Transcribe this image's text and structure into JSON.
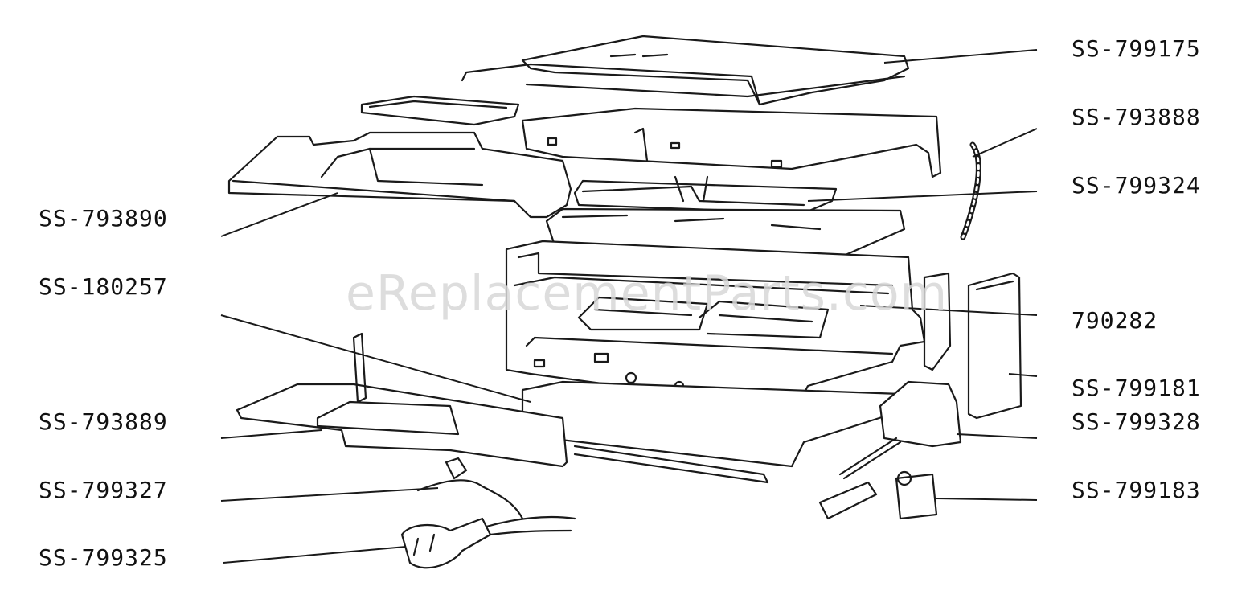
{
  "watermark": "eReplacementParts.com",
  "labels": {
    "ss_799175": "SS-799175",
    "ss_793888": "SS-793888",
    "ss_799324": "SS-799324",
    "ss_793890": "SS-793890",
    "ss_180257": "SS-180257",
    "p_790282": "790282",
    "ss_799181": "SS-799181",
    "ss_799328": "SS-799328",
    "ss_793889": "SS-793889",
    "ss_799327": "SS-799327",
    "ss_799183": "SS-799183",
    "ss_799325": "SS-799325"
  }
}
